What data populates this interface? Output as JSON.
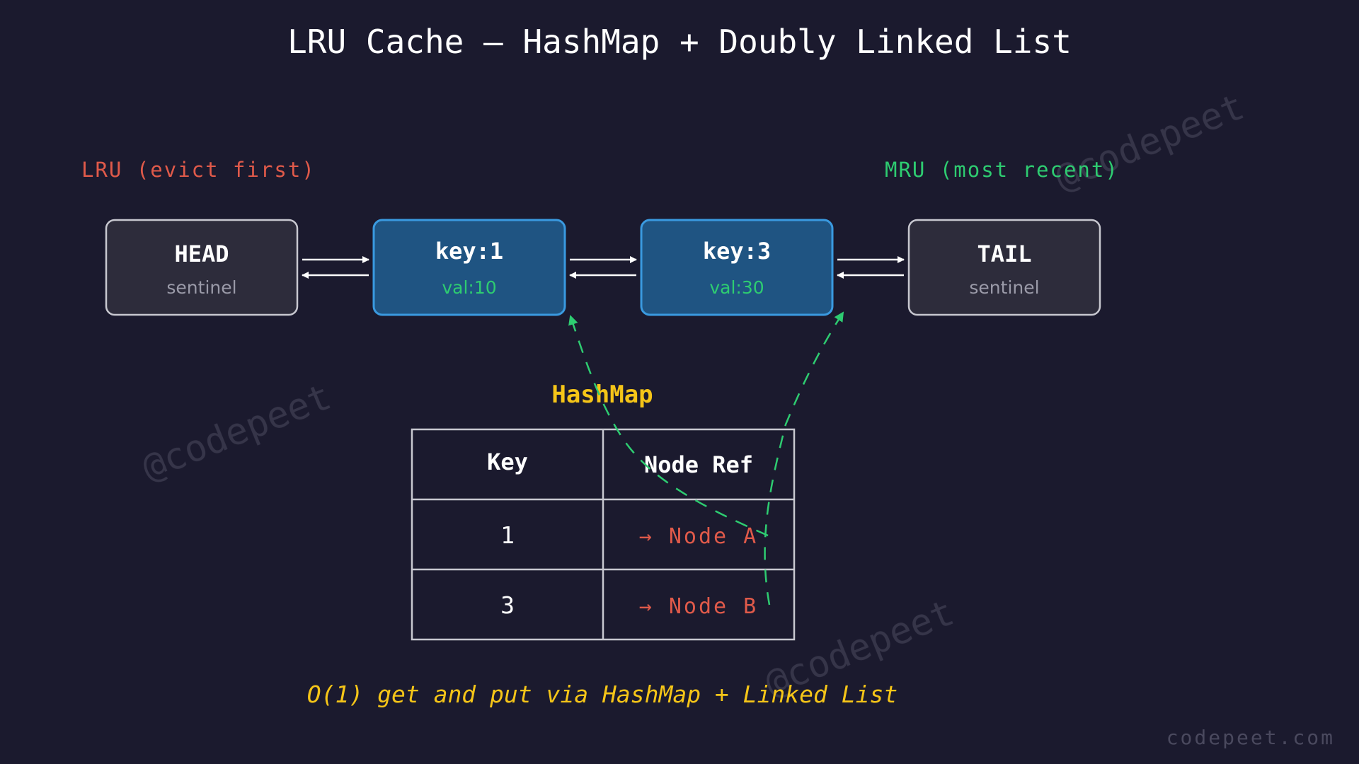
{
  "title": "LRU Cache — HashMap + Doubly Linked List",
  "labels": {
    "lru": "LRU (evict first)",
    "mru": "MRU (most recent)"
  },
  "nodes": [
    {
      "title": "HEAD",
      "sub": "sentinel",
      "kind": "sentinel"
    },
    {
      "title": "key:1",
      "sub": "val:10",
      "kind": "data"
    },
    {
      "title": "key:3",
      "sub": "val:30",
      "kind": "data"
    },
    {
      "title": "TAIL",
      "sub": "sentinel",
      "kind": "sentinel"
    }
  ],
  "hashmap": {
    "title": "HashMap",
    "headers": [
      "Key",
      "Node Ref"
    ],
    "rows": [
      {
        "key": "1",
        "ref": "→ Node A"
      },
      {
        "key": "3",
        "ref": "→ Node B"
      }
    ]
  },
  "footer": "O(1) get and put via HashMap + Linked List",
  "watermarks": [
    "@codepeet",
    "@codepeet",
    "@codepeet"
  ],
  "site": "codepeet.com",
  "colors": {
    "background": "#1b1a2e",
    "sentinel_fill": "#2d2c3b",
    "sentinel_stroke": "#c8c8d0",
    "data_fill": "#1f5482",
    "data_stroke": "#3a9ae0",
    "lru_red": "#e05a4a",
    "mru_green": "#2ecc71",
    "yellow": "#f5c518",
    "text_white": "#ffffff",
    "text_gray": "#9a9aa8",
    "ref_red": "#e05a4a"
  }
}
